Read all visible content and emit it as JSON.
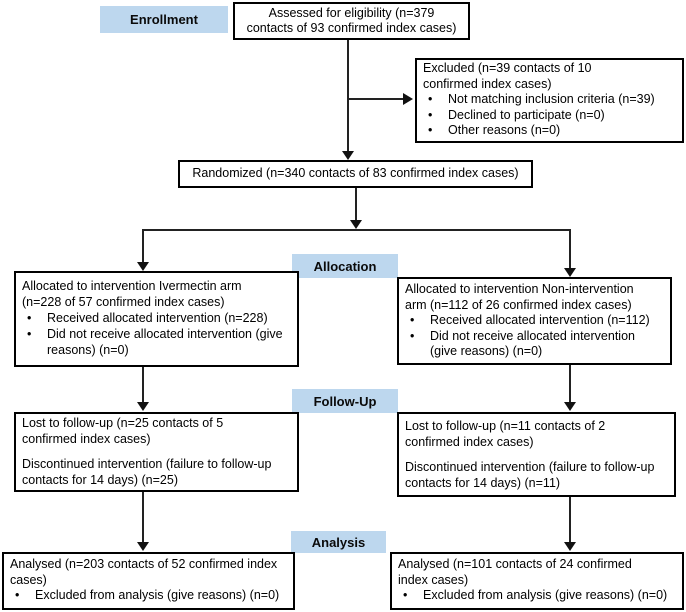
{
  "colors": {
    "stage_label_bg": "#BDD7EE",
    "box_border": "#000000",
    "arrow": "#222222",
    "background": "#ffffff"
  },
  "glyphs": {
    "bullet": "•"
  },
  "stage_labels": {
    "enrollment": "Enrollment",
    "allocation": "Allocation",
    "follow_up": "Follow-Up",
    "analysis": "Analysis"
  },
  "boxes": {
    "assessed": {
      "text": "Assessed for eligibility (n=379 contacts of 93 confirmed index cases)"
    },
    "excluded": {
      "title": "Excluded (n=39 contacts of 10 confirmed index cases)",
      "bullets": [
        "Not matching inclusion criteria (n=39)",
        "Declined to participate (n=0)",
        "Other reasons (n=0)"
      ]
    },
    "randomized": {
      "text": "Randomized (n=340 contacts of 83 confirmed index cases)"
    },
    "alloc_ivermectin": {
      "title": "Allocated to intervention Ivermectin arm (n=228 of 57 confirmed index cases)",
      "bullets": [
        "Received allocated intervention (n=228)",
        "Did not receive allocated intervention (give reasons) (n=0)"
      ]
    },
    "alloc_nonintervention": {
      "title": "Allocated to intervention Non-intervention arm (n=112 of 26 confirmed index cases)",
      "bullets": [
        "Received allocated intervention (n=112)",
        "Did not receive allocated intervention (give reasons) (n=0)"
      ]
    },
    "followup_ivermectin": {
      "para1": "Lost to follow-up (n=25 contacts of 5 confirmed index cases)",
      "para2": "Discontinued intervention (failure to follow-up contacts for 14 days) (n=25)"
    },
    "followup_nonintervention": {
      "para1": "Lost to follow-up (n=11 contacts of 2 confirmed index cases)",
      "para2": "Discontinued intervention (failure to follow-up contacts for 14 days) (n=11)"
    },
    "analysis_ivermectin": {
      "title": "Analysed (n=203 contacts of 52 confirmed index cases)",
      "bullets": [
        "Excluded from analysis (give reasons) (n=0)"
      ]
    },
    "analysis_nonintervention": {
      "title": "Analysed (n=101 contacts of 24 confirmed index cases)",
      "bullets": [
        "Excluded from analysis (give reasons) (n=0)"
      ]
    }
  }
}
